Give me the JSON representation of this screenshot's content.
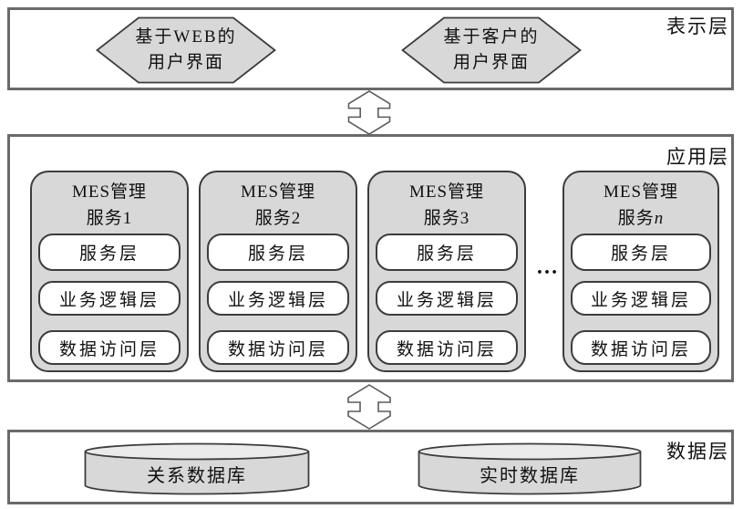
{
  "presentation_layer": {
    "label": "表示层",
    "hexagons": [
      {
        "line1": "基于WEB的",
        "line2": "用户界面"
      },
      {
        "line1": "基于客户的",
        "line2": "用户界面"
      }
    ]
  },
  "application_layer": {
    "label": "应用层",
    "ellipsis": "…",
    "services": [
      {
        "title_line1": "MES管理",
        "title_prefix": "服务",
        "title_num": "1",
        "layers": [
          "服务层",
          "业务逻辑层",
          "数据访问层"
        ]
      },
      {
        "title_line1": "MES管理",
        "title_prefix": "服务",
        "title_num": "2",
        "layers": [
          "服务层",
          "业务逻辑层",
          "数据访问层"
        ]
      },
      {
        "title_line1": "MES管理",
        "title_prefix": "服务",
        "title_num": "3",
        "layers": [
          "服务层",
          "业务逻辑层",
          "数据访问层"
        ]
      },
      {
        "title_line1": "MES管理",
        "title_prefix": "服务",
        "title_num": "n",
        "layers": [
          "服务层",
          "业务逻辑层",
          "数据访问层"
        ]
      }
    ]
  },
  "data_layer": {
    "label": "数据层",
    "databases": [
      "关系数据库",
      "实时数据库"
    ]
  },
  "colors": {
    "shape_fill": "#d8d8d8",
    "shape_stroke": "#3c3c3c",
    "band_border": "#6a6a6a",
    "cylinder_top_fill": "#ebebeb",
    "text": "#111111"
  }
}
